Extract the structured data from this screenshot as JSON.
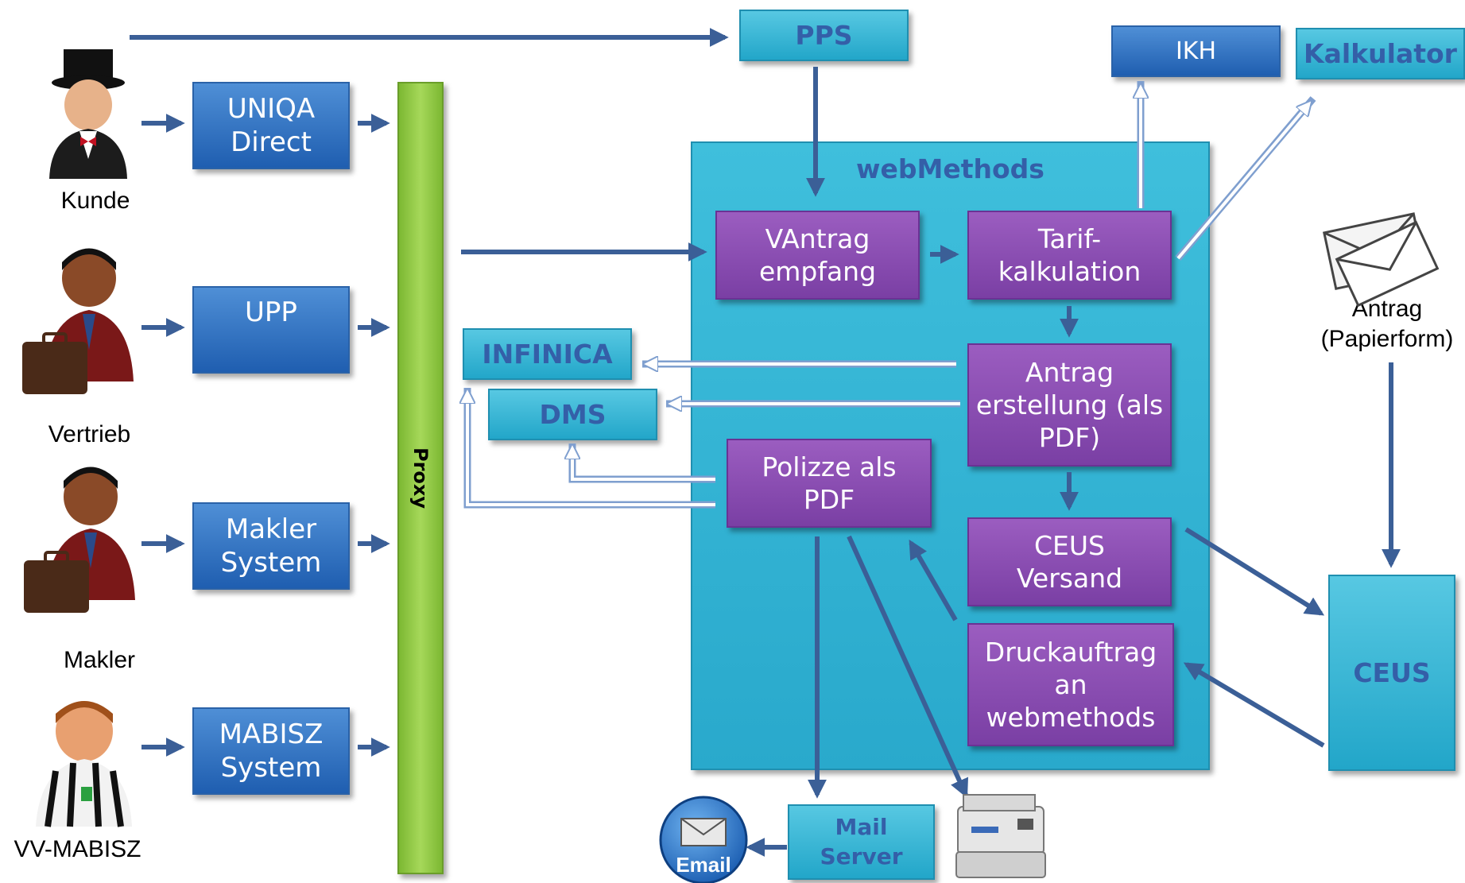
{
  "actors": {
    "kunde": "Kunde",
    "vertrieb": "Vertrieb",
    "makler": "Makler",
    "vvmabisz": "VV-MABISZ"
  },
  "channels": {
    "uniqa_l1": "UNIQA",
    "uniqa_l2": "Direct",
    "upp": "UPP",
    "makler_l1": "Makler",
    "makler_l2": "System",
    "mabisz_l1": "MABISZ",
    "mabisz_l2": "System"
  },
  "proxy": "Proxy",
  "top": {
    "pps": "PPS",
    "ikh": "IKH",
    "kalkulator": "Kalkulator"
  },
  "webmethods": {
    "title": "webMethods",
    "vantrag_l1": "VAntrag",
    "vantrag_l2": "empfang",
    "tarif_l1": "Tarif-",
    "tarif_l2": "kalkulation",
    "antrag_l1": "Antrag",
    "antrag_l2": "erstellung (als",
    "antrag_l3": "PDF)",
    "polizze_l1": "Polizze als",
    "polizze_l2": "PDF",
    "ceusv_l1": "CEUS",
    "ceusv_l2": "Versand",
    "druck_l1": "Druckauftrag",
    "druck_l2": "an",
    "druck_l3": "webmethods"
  },
  "targets": {
    "infinica": "INFINICA",
    "dms": "DMS",
    "ceus": "CEUS"
  },
  "paper": {
    "l1": "Antrag",
    "l2": "(Papierform)"
  },
  "mail": {
    "l1": "Mail",
    "l2": "Server",
    "email_icon_text": "Email"
  },
  "colors": {
    "arrow": "#3b5f97",
    "arrow_light": "#e8eef8",
    "proxy": "#8dc63f",
    "container": "#38b6d6"
  }
}
